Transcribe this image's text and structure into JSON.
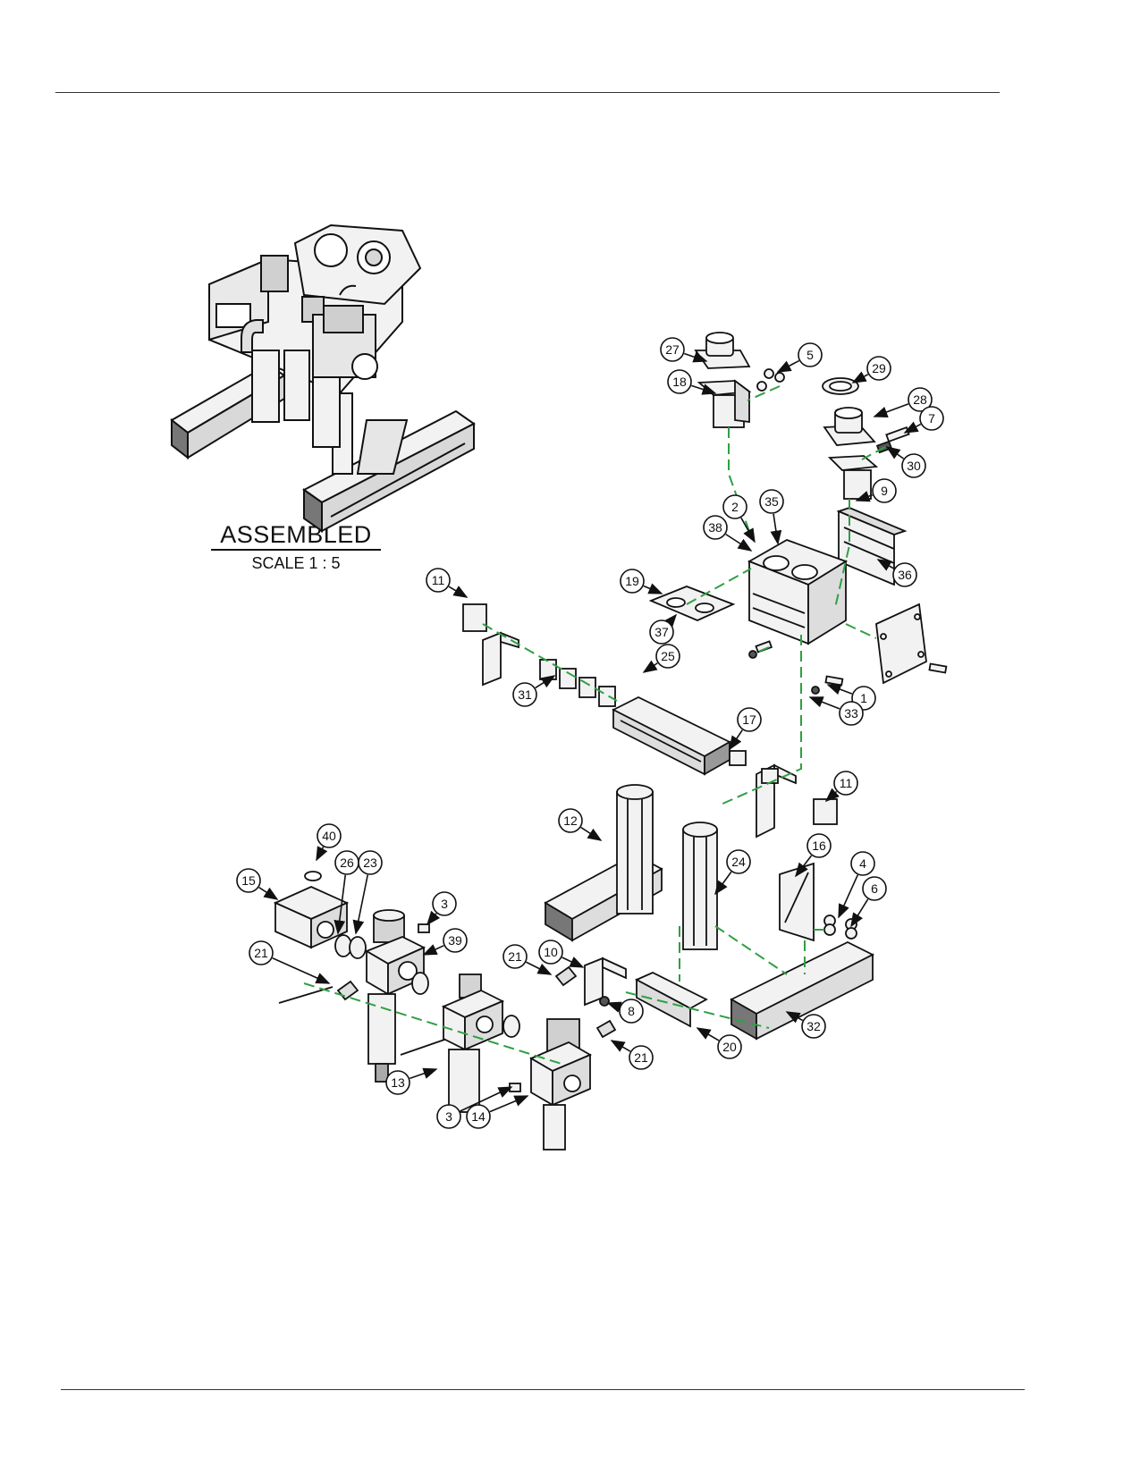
{
  "assembled": {
    "title": "ASSEMBLED",
    "scale": "SCALE 1 : 5"
  },
  "colors": {
    "line": "#111111",
    "leader": "#2ea043",
    "part_fill": "#f2f2f2",
    "part_dark": "#555555"
  },
  "callouts": [
    {
      "n": "27"
    },
    {
      "n": "5"
    },
    {
      "n": "29"
    },
    {
      "n": "18"
    },
    {
      "n": "28"
    },
    {
      "n": "7"
    },
    {
      "n": "30"
    },
    {
      "n": "9"
    },
    {
      "n": "2"
    },
    {
      "n": "35"
    },
    {
      "n": "38"
    },
    {
      "n": "36"
    },
    {
      "n": "11"
    },
    {
      "n": "19"
    },
    {
      "n": "37"
    },
    {
      "n": "25"
    },
    {
      "n": "31"
    },
    {
      "n": "1"
    },
    {
      "n": "33"
    },
    {
      "n": "17"
    },
    {
      "n": "11"
    },
    {
      "n": "12"
    },
    {
      "n": "24"
    },
    {
      "n": "16"
    },
    {
      "n": "4"
    },
    {
      "n": "6"
    },
    {
      "n": "40"
    },
    {
      "n": "26"
    },
    {
      "n": "23"
    },
    {
      "n": "15"
    },
    {
      "n": "3"
    },
    {
      "n": "39"
    },
    {
      "n": "21"
    },
    {
      "n": "21"
    },
    {
      "n": "10"
    },
    {
      "n": "8"
    },
    {
      "n": "32"
    },
    {
      "n": "20"
    },
    {
      "n": "21"
    },
    {
      "n": "13"
    },
    {
      "n": "3"
    },
    {
      "n": "14"
    }
  ]
}
